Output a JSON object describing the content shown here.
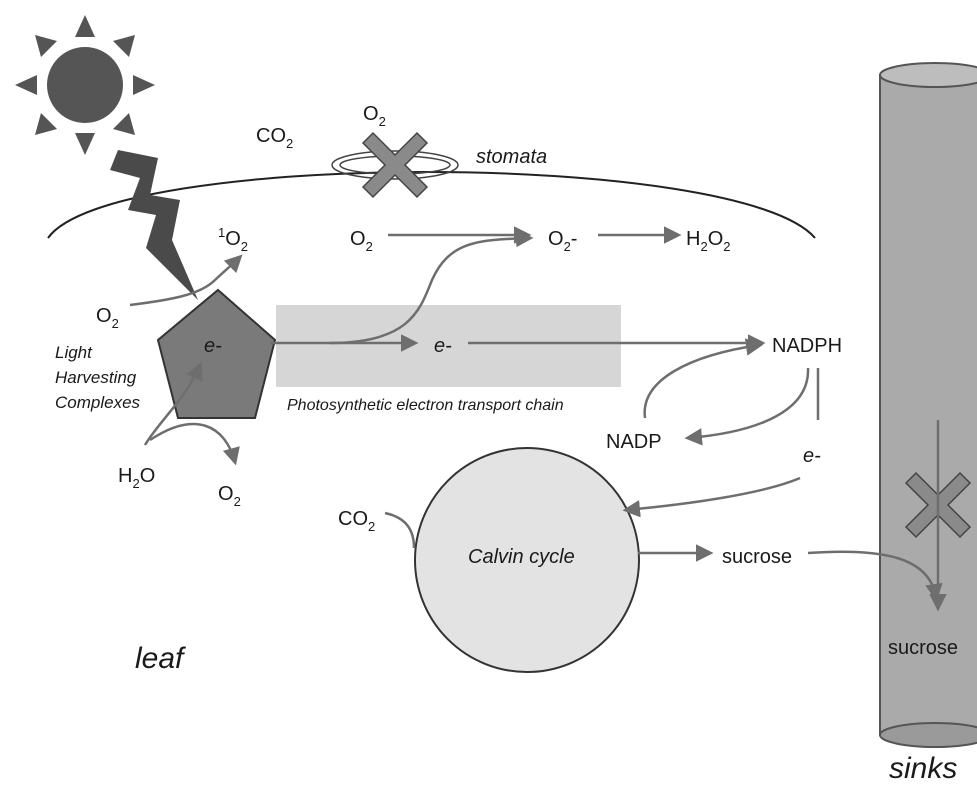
{
  "labels": {
    "co2_top": "CO",
    "co2_top_sub": "2",
    "o2_stomata": "O",
    "o2_stomata_sub": "2",
    "stomata": "stomata",
    "singlet_o2_sup": "1",
    "singlet_o2": "O",
    "singlet_o2_sub": "2",
    "o2_mid": "O",
    "o2_mid_sub": "2",
    "superoxide": "O",
    "superoxide_sub": "2",
    "superoxide_charge": "-",
    "h2o2_h": "H",
    "h2o2_sub1": "2",
    "h2o2_o": "O",
    "h2o2_sub2": "2",
    "o2_left": "O",
    "o2_left_sub": "2",
    "lhc_line1": "Light",
    "lhc_line2": "Harvesting",
    "lhc_line3": "Complexes",
    "electron_pentagon": "e-",
    "electron_chain": "e-",
    "chain_label": "Photosynthetic electron transport chain",
    "nadph": "NADPH",
    "nadp": "NADP",
    "electron_nadph": "e-",
    "h2o_h": "H",
    "h2o_sub": "2",
    "h2o_o": "O",
    "o2_bottom": "O",
    "o2_bottom_sub": "2",
    "co2_calvin": "CO",
    "co2_calvin_sub": "2",
    "calvin_cycle": "Calvin cycle",
    "sucrose_leaf": "sucrose",
    "sucrose_sink": "sucrose",
    "leaf": "leaf",
    "sinks": "sinks"
  },
  "colors": {
    "sun": "#555555",
    "lightning": "#4a4a4a",
    "pentagon": "#7a7a7a",
    "chain_box": "#d6d6d6",
    "calvin_circle": "#e3e3e3",
    "x_mark": "#8a8a8a",
    "sink_tube": "#aaaaaa",
    "arrow": "#6e6e6e",
    "line": "#222222"
  },
  "icons": [
    "sun-icon",
    "lightning-icon",
    "stomata-block-x-icon",
    "transport-block-x-icon"
  ]
}
